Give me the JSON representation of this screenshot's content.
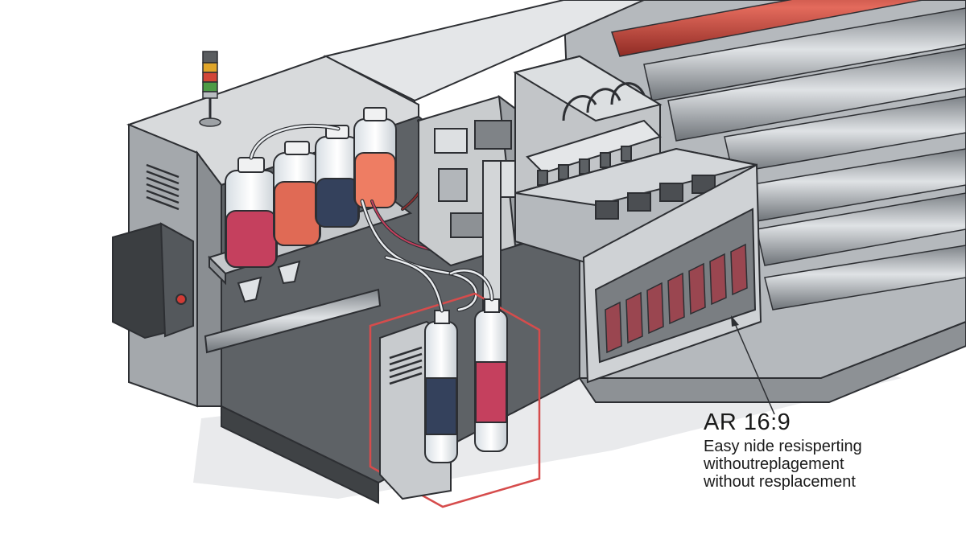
{
  "annotation": {
    "title": "AR 16:9",
    "lines": [
      "Easy nide resisperting",
      "withoutreplagement",
      "without resplacement"
    ]
  },
  "colors": {
    "frame": "#b9bcbf",
    "frame_dark": "#8d9195",
    "ink_magenta": "#c5405e",
    "ink_red": "#e06a55",
    "ink_navy": "#34415c",
    "ink_orange": "#ee7d63",
    "highlight_red": "#d64c4c",
    "roller_red": "#c9463b",
    "outline": "#2d2f33"
  },
  "icons": [
    "signal-tower-icon",
    "red-button-icon"
  ]
}
